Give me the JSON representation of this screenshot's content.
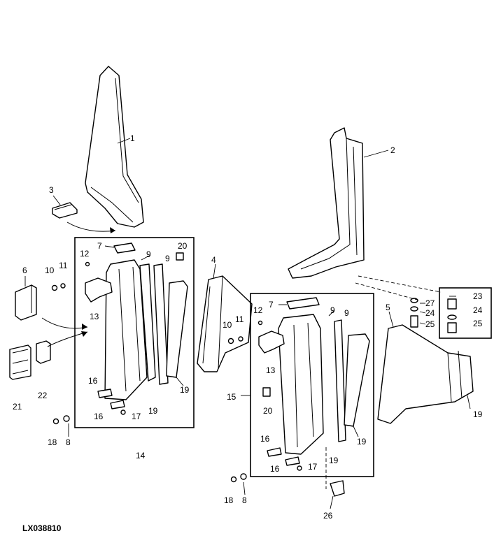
{
  "diagram": {
    "drawing_code": "LX038810",
    "callouts": {
      "c1": "1",
      "c2": "2",
      "c3": "3",
      "c4": "4",
      "c5": "5",
      "c6": "6",
      "c7a": "7",
      "c7b": "7",
      "c8a": "8",
      "c8b": "8",
      "c9a": "9",
      "c9b": "9",
      "c9c": "9",
      "c9d": "9",
      "c10a": "10",
      "c10b": "10",
      "c11a": "11",
      "c11b": "11",
      "c12a": "12",
      "c12b": "12",
      "c13a": "13",
      "c13b": "13",
      "c14": "14",
      "c15": "15",
      "c16a": "16",
      "c16b": "16",
      "c16c": "16",
      "c16d": "16",
      "c17a": "17",
      "c17b": "17",
      "c18a": "18",
      "c18b": "18",
      "c19a": "19",
      "c19b": "19",
      "c19c": "19",
      "c19d": "19",
      "c19e": "19",
      "c20a": "20",
      "c20b": "20",
      "c21": "21",
      "c22": "22",
      "c23": "23",
      "c24a": "24",
      "c24b": "24",
      "c25a": "25",
      "c25b": "25",
      "c26": "26",
      "c27": "27"
    }
  }
}
